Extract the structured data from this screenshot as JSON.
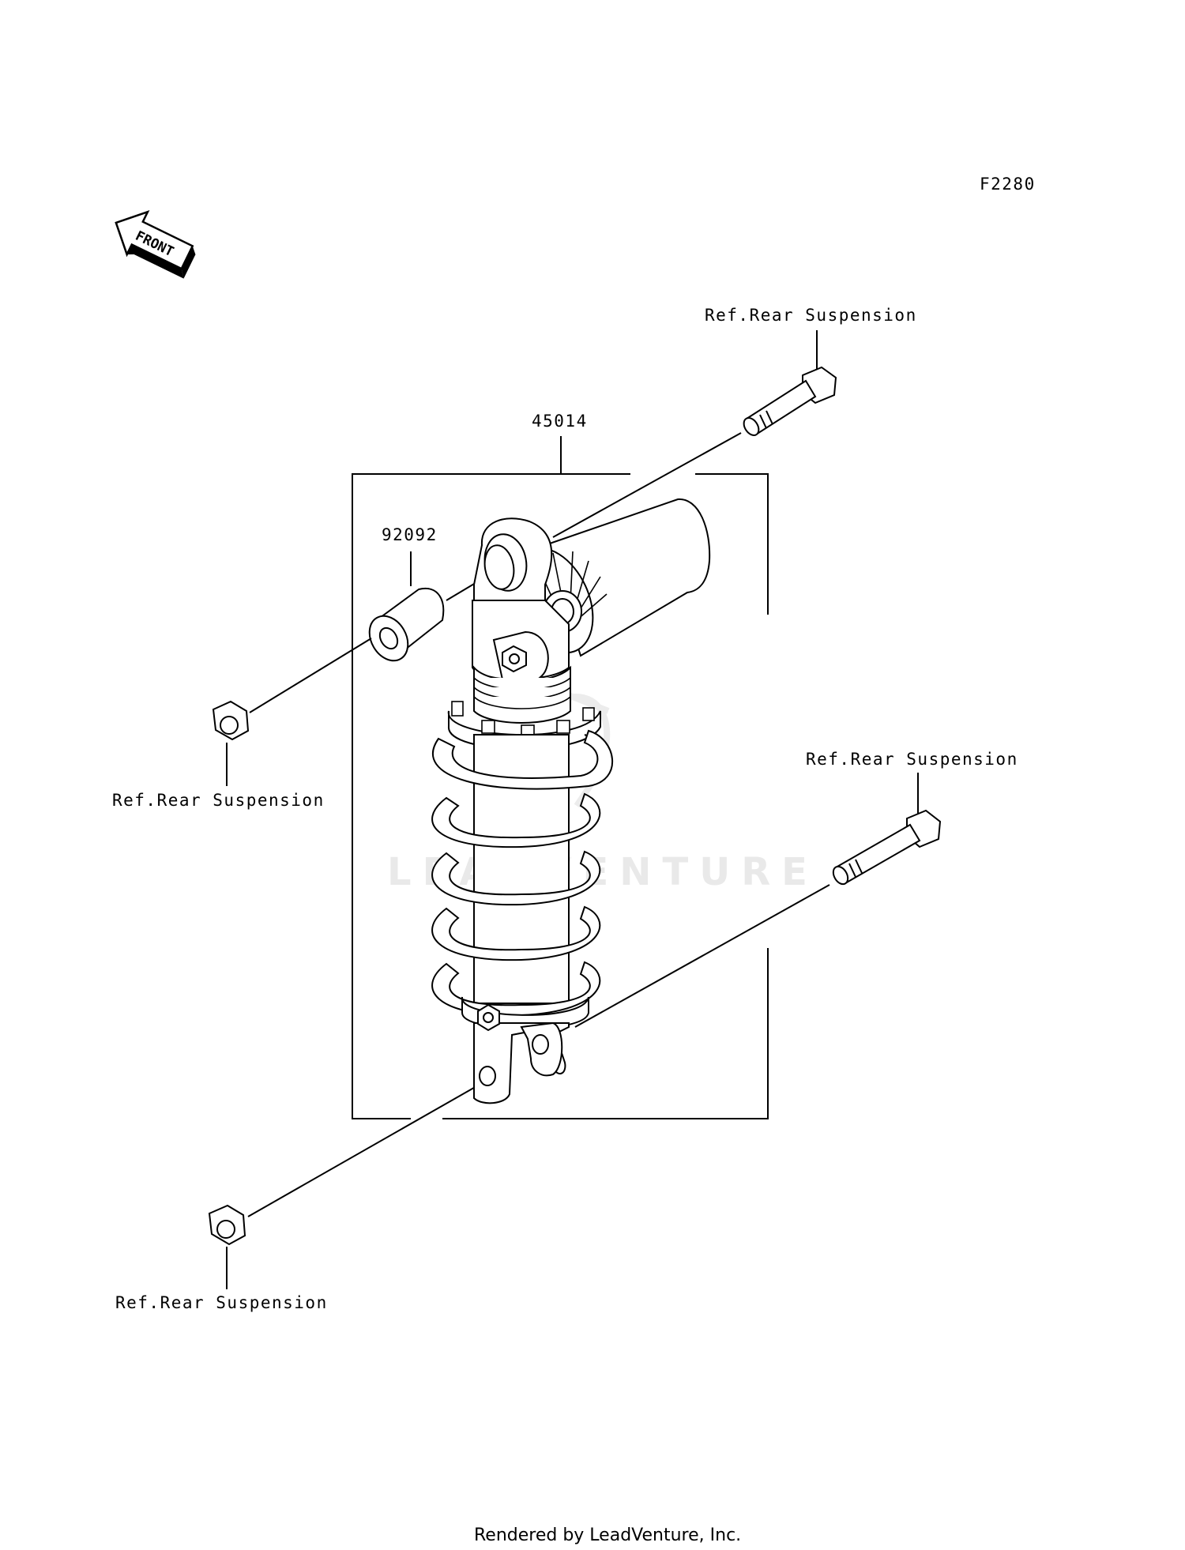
{
  "diagram_code": "F2280",
  "front_arrow_text": "FRONT",
  "parts": {
    "shock_absorber": "45014",
    "collar": "92092"
  },
  "callouts": {
    "top_bolt": "Ref.Rear Suspension",
    "left_nut": "Ref.Rear Suspension",
    "right_bolt": "Ref.Rear Suspension",
    "bottom_nut": "Ref.Rear Suspension"
  },
  "watermark": "LEADVENTURE",
  "footer": "Rendered by LeadVenture, Inc."
}
